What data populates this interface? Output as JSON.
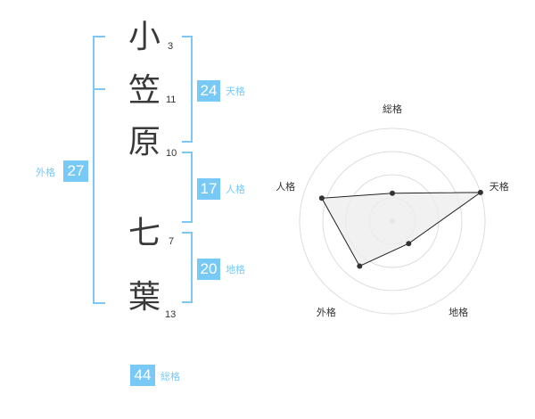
{
  "name": {
    "chars": [
      {
        "char": "小",
        "strokes": "3"
      },
      {
        "char": "笠",
        "strokes": "11"
      },
      {
        "char": "原",
        "strokes": "10"
      },
      {
        "char": "七",
        "strokes": "7"
      },
      {
        "char": "葉",
        "strokes": "13"
      }
    ]
  },
  "fortune": {
    "tenkaku": {
      "value": "24",
      "label": "天格"
    },
    "jinkaku": {
      "value": "17",
      "label": "人格"
    },
    "chikaku": {
      "value": "20",
      "label": "地格"
    },
    "gaikaku": {
      "value": "27",
      "label": "外格"
    },
    "soukaku": {
      "value": "44",
      "label": "総格"
    }
  },
  "colors": {
    "accent": "#79c9f7",
    "text": "#3a3a3a",
    "radar_fill": "#eeeeee",
    "radar_ring": "#dddddd"
  },
  "chart_data": {
    "type": "radar",
    "axes": [
      "総格",
      "天格",
      "地格",
      "外格",
      "人格"
    ],
    "series": [
      {
        "values": [
          1.2,
          4.0,
          1.2,
          2.4,
          3.2
        ]
      }
    ],
    "range": [
      0,
      4
    ],
    "grid": true
  }
}
